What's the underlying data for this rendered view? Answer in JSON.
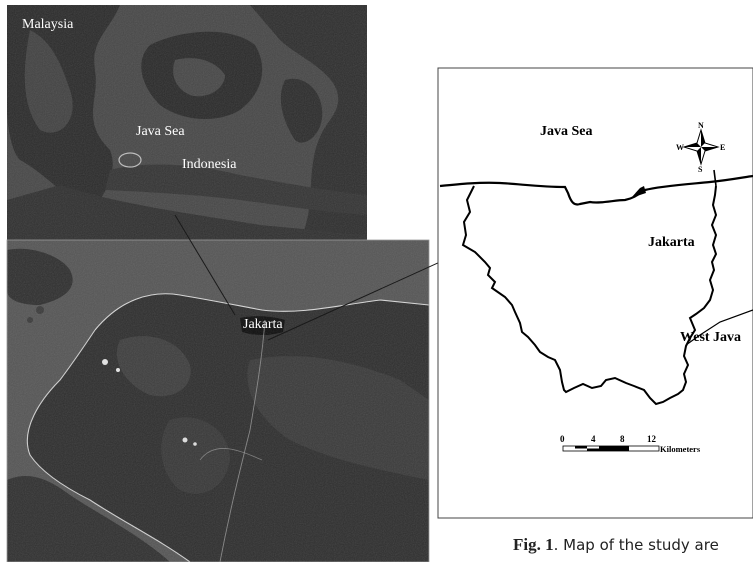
{
  "satellite_top": {
    "labels": {
      "malaysia": "Malaysia",
      "java_sea": "Java Sea",
      "indonesia": "Indonesia"
    }
  },
  "satellite_bottom": {
    "labels": {
      "jakarta": "Jakarta"
    }
  },
  "study_map": {
    "labels": {
      "java_sea": "Java Sea",
      "jakarta": "Jakarta",
      "west_java": "West Java"
    },
    "compass": {
      "n": "N",
      "s": "S",
      "e": "E",
      "w": "W"
    },
    "scale_bar": {
      "ticks": [
        "0",
        "4",
        "8",
        "12"
      ],
      "unit": "Kilometers"
    }
  },
  "caption": {
    "prefix": "Fig. 1",
    "text": ". Map of the study are"
  },
  "colors": {
    "sea": "#4d4d4d",
    "land": "#3a3a3a",
    "boundary": "#000000"
  }
}
